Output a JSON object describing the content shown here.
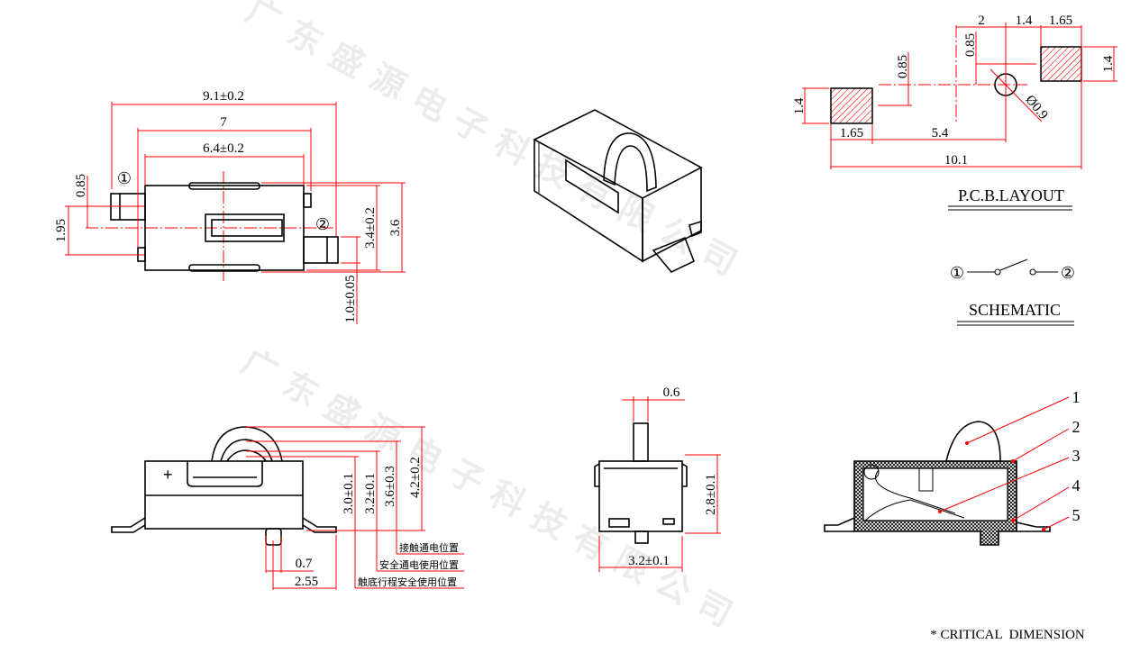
{
  "watermark": "广东盛源电子科技有限公司",
  "top_view": {
    "pin1": "①",
    "pin2": "②",
    "dims": {
      "overall_length": "9.1±0.2",
      "terminal_span": "7",
      "body_length": "6.4±0.2",
      "offset": "0.85",
      "pin_pitch": "1.95",
      "body_width": "3.4±0.2",
      "overall_width": "3.6",
      "terminal_width": "1.0±0.05"
    }
  },
  "pcb_layout": {
    "title": "P.C.B.LAYOUT",
    "dims": {
      "d2": "2",
      "d14_top": "1.4",
      "d165_top": "1.65",
      "d085_right": "0.85",
      "d085_left": "0.85",
      "d14_left": "1.4",
      "d14_right": "1.4",
      "hole": "Ø0.9",
      "d165_bottom": "1.65",
      "d54": "5.4",
      "d101": "10.1"
    }
  },
  "schematic": {
    "title": "SCHEMATIC",
    "pin1": "①",
    "pin2": "②"
  },
  "side_view": {
    "plus": "+",
    "dims": {
      "h30": "3.0±0.1",
      "h32": "3.2±0.1",
      "h36": "3.6±0.3",
      "h42": "4.2±0.2",
      "d07": "0.7",
      "d255": "2.55"
    },
    "labels": [
      "接触通电位置",
      "安全通电使用位置",
      "触底行程安全使用位置"
    ]
  },
  "front_view": {
    "dims": {
      "plunger": "0.6",
      "height": "2.8±0.1",
      "width": "3.2±0.1"
    }
  },
  "section_view": {
    "callouts": [
      "1",
      "2",
      "3",
      "4",
      "5"
    ]
  },
  "note": "* CRITICAL  DIMENSION",
  "colors": {
    "dimension": "#ff0000",
    "outline": "#000000"
  }
}
